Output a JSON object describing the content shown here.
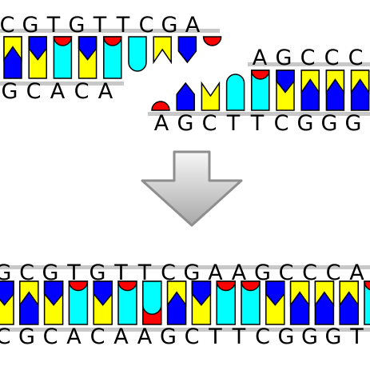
{
  "colors": {
    "A": "#ff0000",
    "T": "#00ffff",
    "G": "#0000ff",
    "C": "#ffff00",
    "outline": "#000000",
    "strand": "#c8c8c8",
    "arrow_light": "#f4f4f4",
    "arrow_dark": "#8e8e8e"
  },
  "base_rules": {
    "A": "red half-disc (round cap)",
    "T": "cyan block with round notch",
    "G": "blue block with pointed cap",
    "C": "yellow block with V notch"
  },
  "fragment_left": {
    "top_letters": [
      "C",
      "G",
      "T",
      "G",
      "T",
      "T",
      "C",
      "G",
      "A"
    ],
    "top_strand_bases": [
      "C",
      "G",
      "A",
      "G",
      "A",
      "T",
      "C",
      "G",
      "A"
    ],
    "bottom_letters": [
      "G",
      "C",
      "A",
      "C",
      "A"
    ]
  },
  "fragment_right": {
    "top_letters": [
      "A",
      "G",
      "C",
      "C",
      "C"
    ],
    "bottom_strand_bases": [
      "A",
      "G",
      "C",
      "T",
      "T",
      "C",
      "G",
      "G",
      "G"
    ],
    "bottom_letters": [
      "A",
      "G",
      "C",
      "T",
      "T",
      "C",
      "G",
      "G",
      "G"
    ]
  },
  "ligated": {
    "top_letters": [
      "G",
      "C",
      "G",
      "T",
      "G",
      "T",
      "T",
      "C",
      "G",
      "A",
      "A",
      "G",
      "C",
      "C",
      "C",
      "A"
    ],
    "bottom_letters": [
      "C",
      "G",
      "C",
      "A",
      "C",
      "A",
      "A",
      "G",
      "C",
      "T",
      "T",
      "C",
      "G",
      "G",
      "G",
      "T"
    ],
    "top_strand_bases": [
      "G",
      "C",
      "G",
      "A",
      "G",
      "A",
      "T",
      "C",
      "G",
      "A",
      "A",
      "G",
      "C",
      "C",
      "C",
      "A"
    ],
    "bottom_strand_bases": [
      "C",
      "G",
      "C",
      "T",
      "C",
      "T",
      "A",
      "G",
      "C",
      "T",
      "T",
      "C",
      "G",
      "G",
      "G",
      "T"
    ]
  },
  "arrow": {
    "direction": "down",
    "icon": "down-arrow-icon"
  }
}
